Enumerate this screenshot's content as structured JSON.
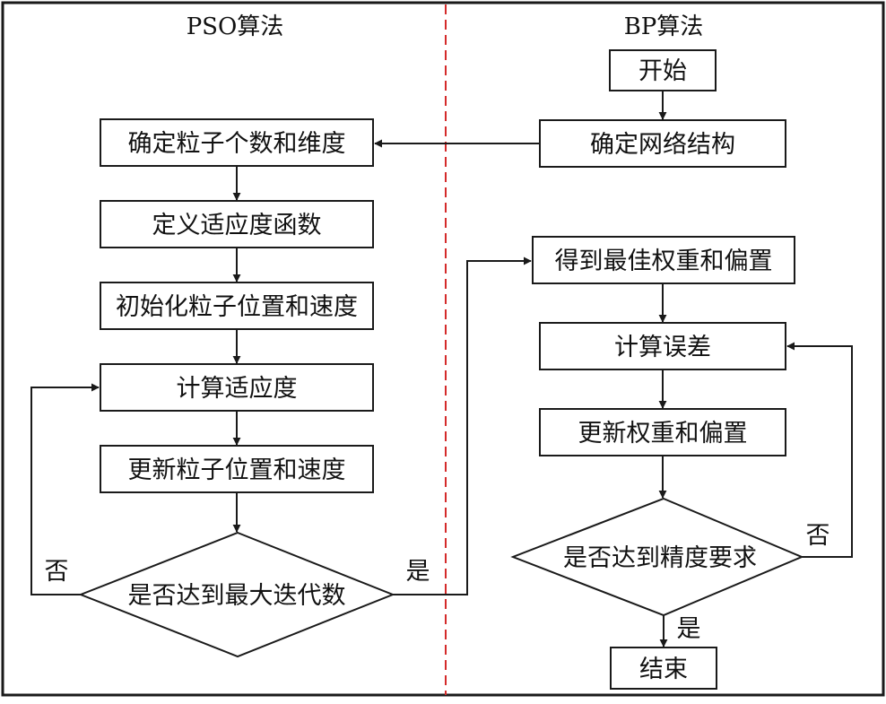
{
  "panels": {
    "left_title": "PSO算法",
    "right_title": "BP算法"
  },
  "nodes": {
    "start": "开始",
    "define_network": "确定网络结构",
    "define_particles": "确定粒子个数和维度",
    "define_fitness_fn": "定义适应度函数",
    "init_particles": "初始化粒子位置和速度",
    "compute_fitness": "计算适应度",
    "update_particles": "更新粒子位置和速度",
    "max_iter_check": "是否达到最大迭代数",
    "best_weights": "得到最佳权重和偏置",
    "compute_error": "计算误差",
    "update_weights": "更新权重和偏置",
    "precision_check": "是否达到精度要求",
    "end": "结束"
  },
  "edge_labels": {
    "max_iter_no": "否",
    "max_iter_yes": "是",
    "precision_no": "否",
    "precision_yes": "是"
  },
  "colors": {
    "divider": "#d42a2a",
    "stroke": "#1a1a1a"
  }
}
